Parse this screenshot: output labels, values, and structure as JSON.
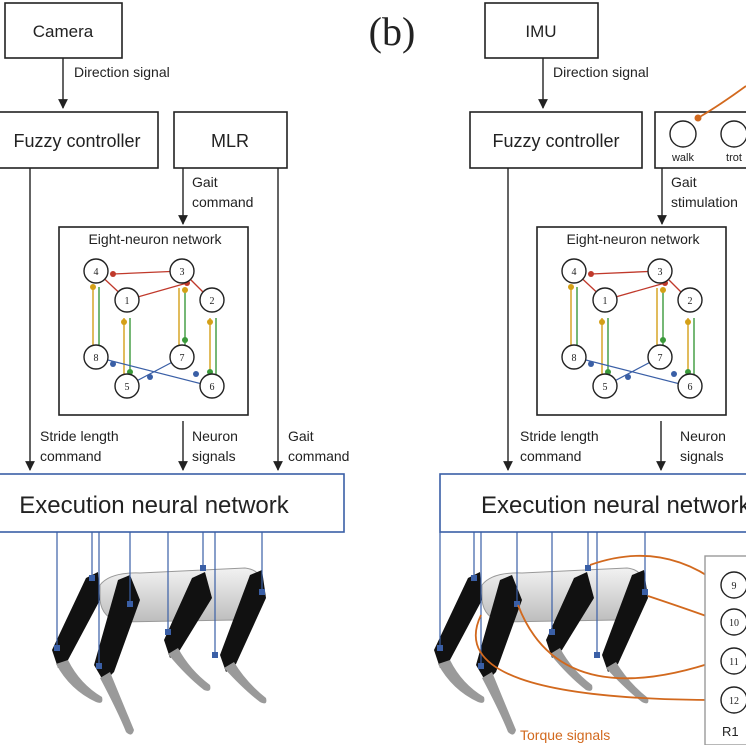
{
  "panel_label_b": "(b)",
  "left": {
    "sensor": "Camera",
    "sensor_signal": "Direction signal",
    "controller": "Fuzzy controller",
    "mlr": "MLR",
    "gait_command": [
      "Gait",
      "command"
    ],
    "network_title": "Eight-neuron network",
    "stride": [
      "Stride length",
      "command"
    ],
    "neuron_signals": [
      "Neuron",
      "signals"
    ],
    "gait_cmd_right": [
      "Gait",
      "command"
    ],
    "execution": "Execution neural network"
  },
  "right": {
    "sensor": "IMU",
    "sensor_signal": "Direction signal",
    "controller": "Fuzzy controller",
    "walk": "walk",
    "trot": "trot",
    "gait_stimulation": [
      "Gait",
      "stimulation"
    ],
    "network_title": "Eight-neuron network",
    "stride": [
      "Stride length",
      "command"
    ],
    "neuron_signals": [
      "Neuron",
      "signals"
    ],
    "execution": "Execution neural network",
    "torque": "Torque signals",
    "r_neurons": [
      "9",
      "10",
      "11",
      "12"
    ],
    "r_label": "R1"
  },
  "neurons": [
    "1",
    "2",
    "3",
    "4",
    "5",
    "6",
    "7",
    "8"
  ],
  "colors": {
    "blue": "#3a5fa6",
    "orange": "#d2691e",
    "red": "#c0392b",
    "green": "#3a9a3a",
    "gold": "#d4a017"
  }
}
